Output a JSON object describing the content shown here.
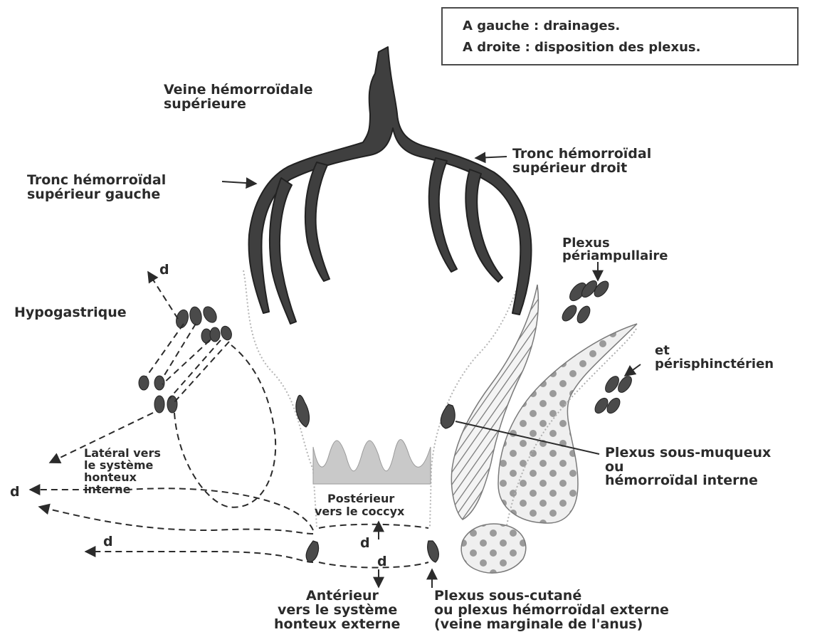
{
  "legend": {
    "line1": "A gauche : drainages.",
    "line2": "A droite : disposition des plexus."
  },
  "labels": {
    "veine_sup_1": "Veine hémorroïdale",
    "veine_sup_2": "supérieure",
    "tronc_gauche_1": "Tronc hémorroïdal",
    "tronc_gauche_2": "supérieur gauche",
    "tronc_droit_1": "Tronc hémorroïdal",
    "tronc_droit_2": "supérieur droit",
    "plexus_periamp_1": "Plexus",
    "plexus_periamp_2": "périampullaire",
    "perisph_1": "et",
    "perisph_2": "périsphinctérien",
    "hypogastrique": "Hypogastrique",
    "lateral_1": "Latéral vers",
    "lateral_2": "le système",
    "lateral_3": "honteux",
    "lateral_4": "interne",
    "posterieur_1": "Postérieur",
    "posterieur_2": "vers le coccyx",
    "sous_muqueux_1": "Plexus sous-muqueux",
    "sous_muqueux_2": "ou",
    "sous_muqueux_3": "hémorroïdal interne",
    "anterieur_1": "Antérieur",
    "anterieur_2": "vers le système",
    "anterieur_3": "honteux externe",
    "sous_cutane_1": "Plexus sous-cutané",
    "sous_cutane_2": "ou plexus hémorroïdal externe",
    "sous_cutane_3": "(veine marginale de l'anus)",
    "d": "d"
  }
}
